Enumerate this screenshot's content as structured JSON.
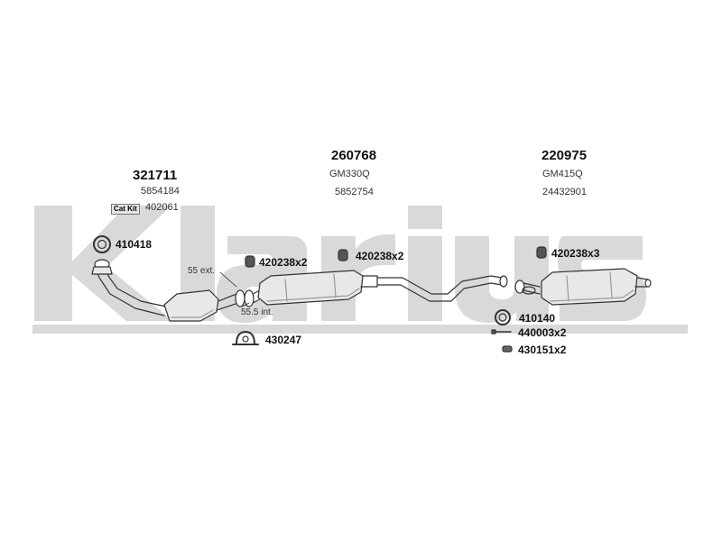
{
  "watermark": {
    "text": "Klarius",
    "color": "#d9d9d9"
  },
  "groups": [
    {
      "id": "front",
      "part_no": "321711",
      "oem_1": "5854184",
      "oem_2": ""
    },
    {
      "id": "middle",
      "part_no": "260768",
      "oem_1": "GM330Q",
      "oem_2": "5852754"
    },
    {
      "id": "rear",
      "part_no": "220975",
      "oem_1": "GM415Q",
      "oem_2": "24432901"
    }
  ],
  "cat_kit": {
    "badge": "Cat Kit",
    "part_no": "402061"
  },
  "fittings": {
    "gasket_front": "410418",
    "mount_a": "420238x2",
    "mount_b": "420238x2",
    "mount_c": "420238x3",
    "clamp": "430247",
    "gasket_rear": "410140",
    "bolt": "440003x2",
    "spring": "430151x2"
  },
  "dimensions": {
    "ext": "55 ext.",
    "int": "55.5 int."
  },
  "colors": {
    "part_fill": "#e8e8e8",
    "part_shadow": "#9a9a9a",
    "outline": "#333333",
    "watermark": "#d9d9d9"
  }
}
